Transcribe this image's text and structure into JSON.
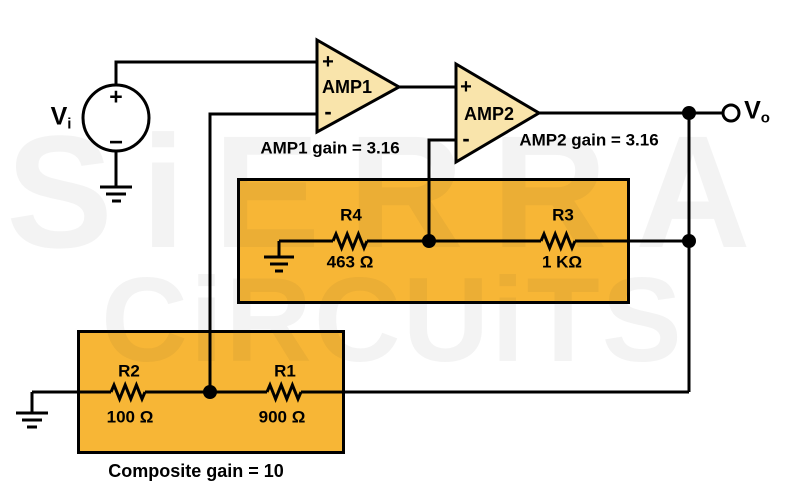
{
  "watermark": {
    "line1": "SiERRA",
    "line2": "CiRCUiTS"
  },
  "colors": {
    "box_fill": "#F7B636",
    "amp_fill": "#F9E4AB",
    "wire": "#000000",
    "background": "#FFFFFF"
  },
  "source": {
    "label": "V",
    "subscript": "i",
    "plus": "+",
    "minus": "−"
  },
  "output": {
    "label": "V",
    "subscript": "o"
  },
  "amplifiers": {
    "amp1": {
      "label": "AMP1",
      "plus": "+",
      "minus": "-",
      "gain_note": "AMP1 gain = 3.16"
    },
    "amp2": {
      "label": "AMP2",
      "plus": "+",
      "minus": "-",
      "gain_note": "AMP2 gain = 3.16"
    }
  },
  "resistors": {
    "r4": {
      "label": "R4",
      "value": "463 Ω"
    },
    "r3": {
      "label": "R3",
      "value": "1 KΩ"
    },
    "r2": {
      "label": "R2",
      "value": "100 Ω"
    },
    "r1": {
      "label": "R1",
      "value": "900 Ω"
    }
  },
  "notes": {
    "composite_gain": "Composite gain = 10"
  }
}
